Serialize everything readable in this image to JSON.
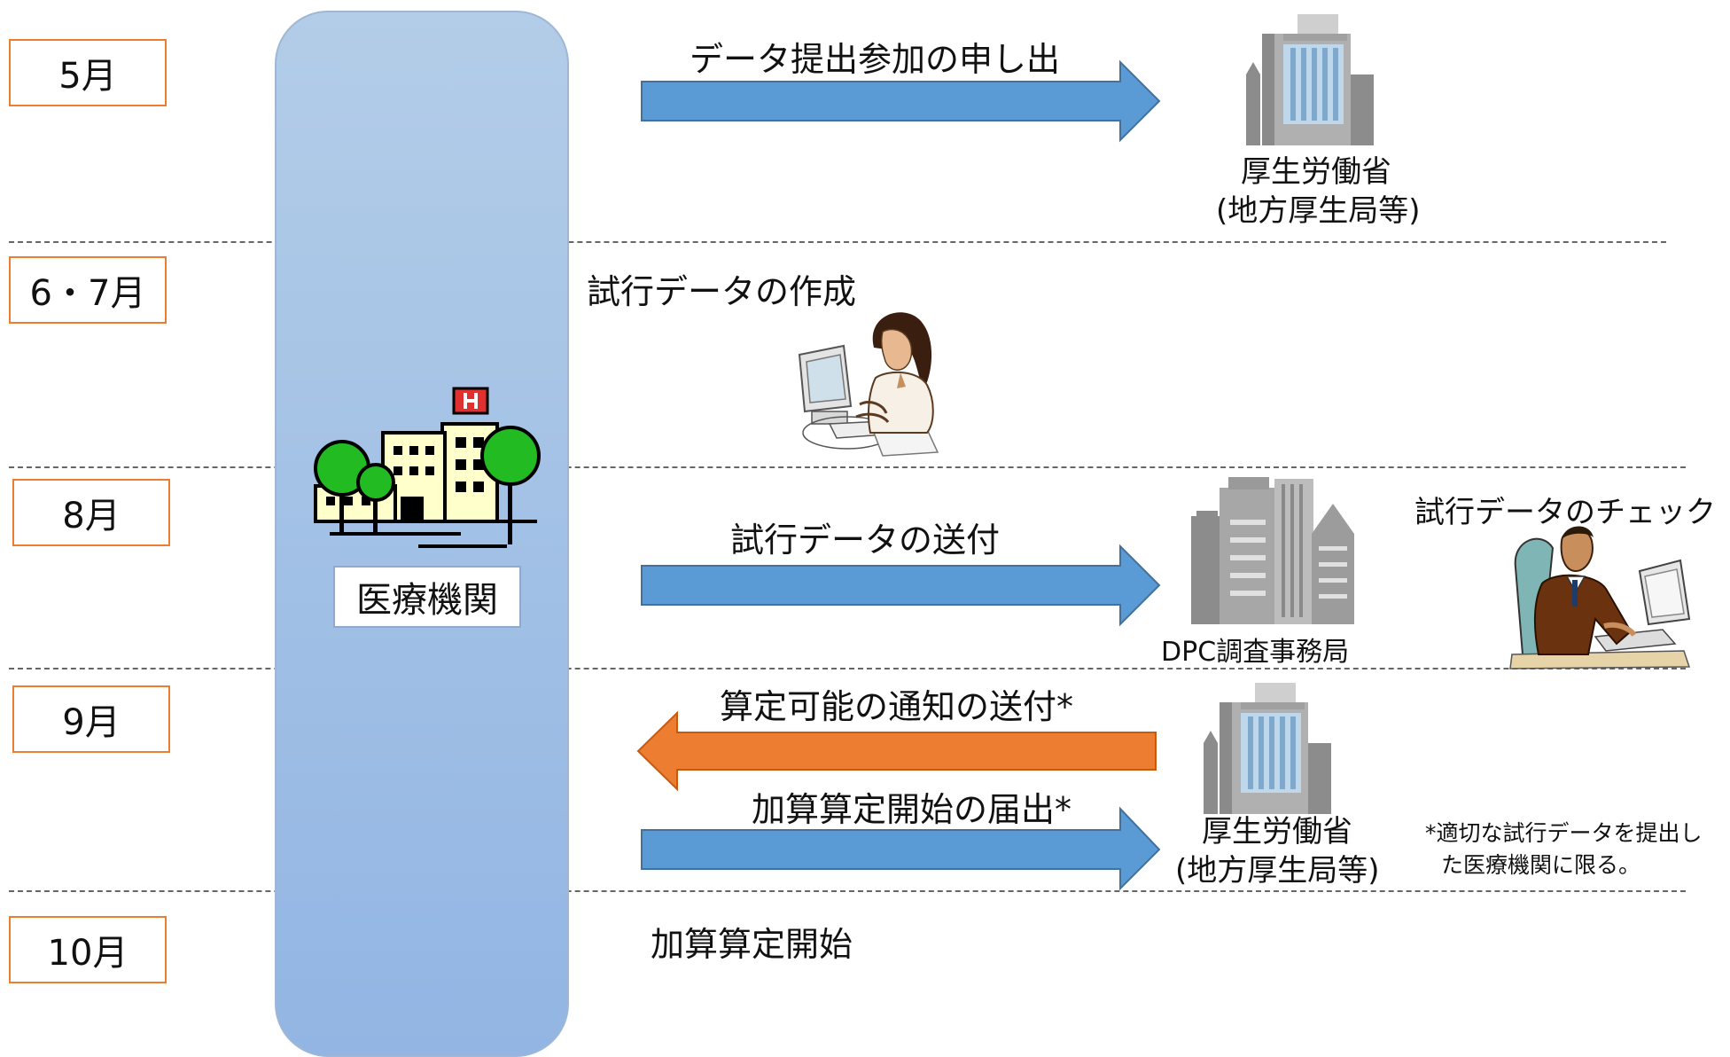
{
  "months": [
    "5月",
    "6・7月",
    "8月",
    "9月",
    "10月"
  ],
  "institution": "医療機関",
  "steps": {
    "may_arrow": "データ提出参加の申し出",
    "jun_jul_task": "試行データの作成",
    "aug_arrow": "試行データの送付",
    "aug_check": "試行データのチェック",
    "sep_notice": "算定可能の通知の送付*",
    "sep_submit": "加算算定開始の届出*",
    "oct_start": "加算算定開始"
  },
  "orgs": {
    "mhlw_line1": "厚生労働省",
    "mhlw_line2": "(地方厚生局等)",
    "dpc_office": "DPC調査事務局"
  },
  "footnote": {
    "line1": "*適切な試行データを提出し",
    "line2": "た医療機関に限る。"
  },
  "colors": {
    "forward_arrow": "#5B9BD5",
    "return_arrow": "#ED7D31",
    "month_border": "#ED7D31",
    "pillar": "#9DBCE4"
  }
}
